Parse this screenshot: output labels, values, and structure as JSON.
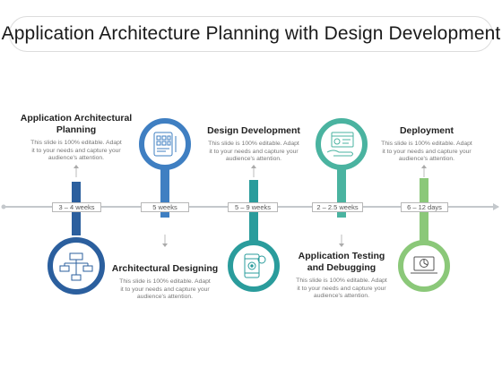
{
  "title": "Application Architecture Planning with Design Development",
  "steps": [
    {
      "title": "Application Architectural Planning",
      "desc": "This slide is 100% editable. Adapt it to your needs and capture your audience's attention.",
      "duration": "3 – 4 weeks",
      "color": "#2b5f9e",
      "icon": "workflow-chart-icon"
    },
    {
      "title": "Design Development",
      "desc": "This slide is 100% editable. Adapt it to your needs and capture your audience's attention.",
      "duration": "5 weeks",
      "color": "#3f7fc2",
      "icon": "tablet-layout-icon"
    },
    {
      "title": "Architectural Designing",
      "desc": "This slide is 100% editable. Adapt it to your needs and capture your audience's attention.",
      "duration": "5 – 9 weeks",
      "color": "#2a9c9c",
      "icon": "mobile-settings-icon"
    },
    {
      "title": "Application Testing and Debugging",
      "desc": "This slide is 100% editable. Adapt it to your needs and capture your audience's attention.",
      "duration": "2 – 2.5 weeks",
      "color": "#4ab3a0",
      "icon": "hand-browser-icon"
    },
    {
      "title": "Deployment",
      "desc": "This slide is 100% editable. Adapt it to your needs and capture your audience's attention.",
      "duration": "6 – 12 days",
      "color": "#8bc879",
      "icon": "laptop-chart-icon"
    }
  ]
}
